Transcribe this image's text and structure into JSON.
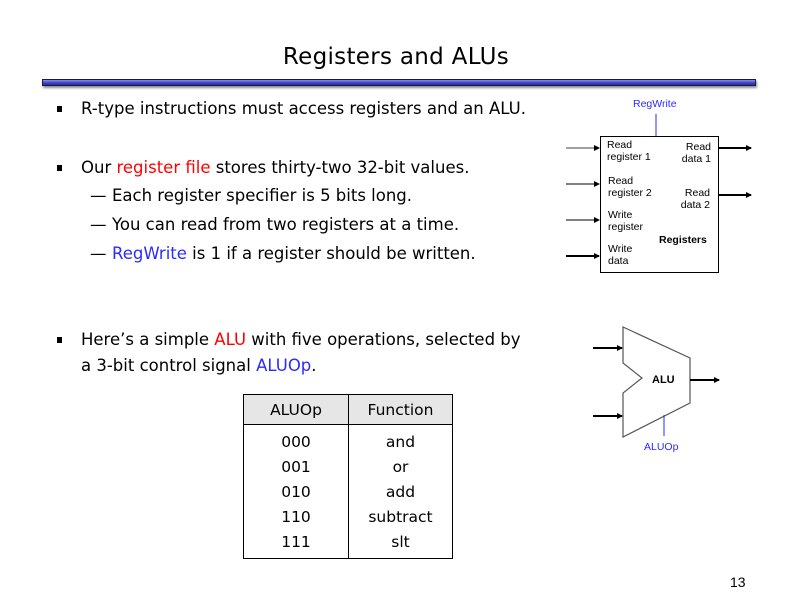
{
  "slide": {
    "title": "Registers and ALUs",
    "page_number": "13",
    "colors": {
      "highlight_red": "#ff0000",
      "highlight_blue": "#2b2bff",
      "title_bar": "#3a3fc8"
    }
  },
  "bullets": [
    {
      "text": "R-type instructions must access registers and an ALU."
    },
    {
      "pre": "Our ",
      "highlight": "register file",
      "post": " stores thirty-two 32-bit values.",
      "subs": [
        {
          "text": "Each register specifier is 5 bits long."
        },
        {
          "text": "You can read from two registers at a time."
        },
        {
          "highlight": "RegWrite",
          "post": " is 1 if a register should be written."
        }
      ]
    },
    {
      "pre": "Here’s a simple ",
      "highlight": "ALU",
      "post": " with five operations, selected by",
      "line2_pre": "a 3-bit control signal ",
      "line2_highlight": "ALUOp",
      "line2_post": "."
    }
  ],
  "dash": "—",
  "alu_table": {
    "headers": [
      "ALUOp",
      "Function"
    ],
    "rows": [
      [
        "000",
        "and"
      ],
      [
        "001",
        "or"
      ],
      [
        "010",
        "add"
      ],
      [
        "110",
        "subtract"
      ],
      [
        "111",
        "slt"
      ]
    ]
  },
  "register_diagram": {
    "control": "RegWrite",
    "inputs": [
      "Read register 1",
      "Read register 2",
      "Write register",
      "Write data"
    ],
    "input_lines": [
      [
        "Read",
        "register 1"
      ],
      [
        "Read",
        "register 2"
      ],
      [
        "Write",
        "register"
      ],
      [
        "Write",
        "data"
      ]
    ],
    "outputs": [
      [
        "Read",
        "data 1"
      ],
      [
        "Read",
        "data 2"
      ]
    ],
    "name": "Registers"
  },
  "alu_diagram": {
    "name": "ALU",
    "control": "ALUOp"
  }
}
